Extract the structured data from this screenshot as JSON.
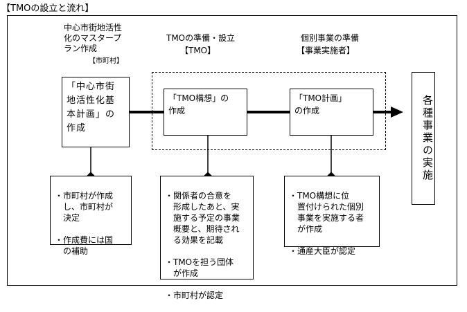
{
  "title": "【TMOの設立と流れ】",
  "headers": {
    "col1": {
      "main": "中心市街地活性\n化のマスタープ\nラン作成",
      "actor": "【市町村】"
    },
    "col2": {
      "main": "TMOの準備・設立",
      "actor": "【TMO】"
    },
    "col3": {
      "main": "個別事業の準備",
      "actor": "【事業実施者】"
    }
  },
  "steps": {
    "step1": "「中心市街\n地活性化基\n本計画」の\n作成",
    "step2": "「TMO構想」の\n作成",
    "step3": "「TMO計画」\nの作成",
    "step4": "各種事業の実施"
  },
  "notes": {
    "note1": [
      "・市町村が作成\n　し、市町村が\n　決定",
      "・作成費には国\n　の補助"
    ],
    "note2": [
      "・関係者の合意を\n　形成したあと、実\n　施する予定の事業\n　概要と、期待され\n　る効果を記載",
      "・TMOを担う団体\n　が作成",
      "・市町村が認定"
    ],
    "note3": [
      "・TMO構想に位\n　置付けられた個別\n　事業を実施する者\n　が作成",
      "・通産大臣が認定"
    ]
  }
}
